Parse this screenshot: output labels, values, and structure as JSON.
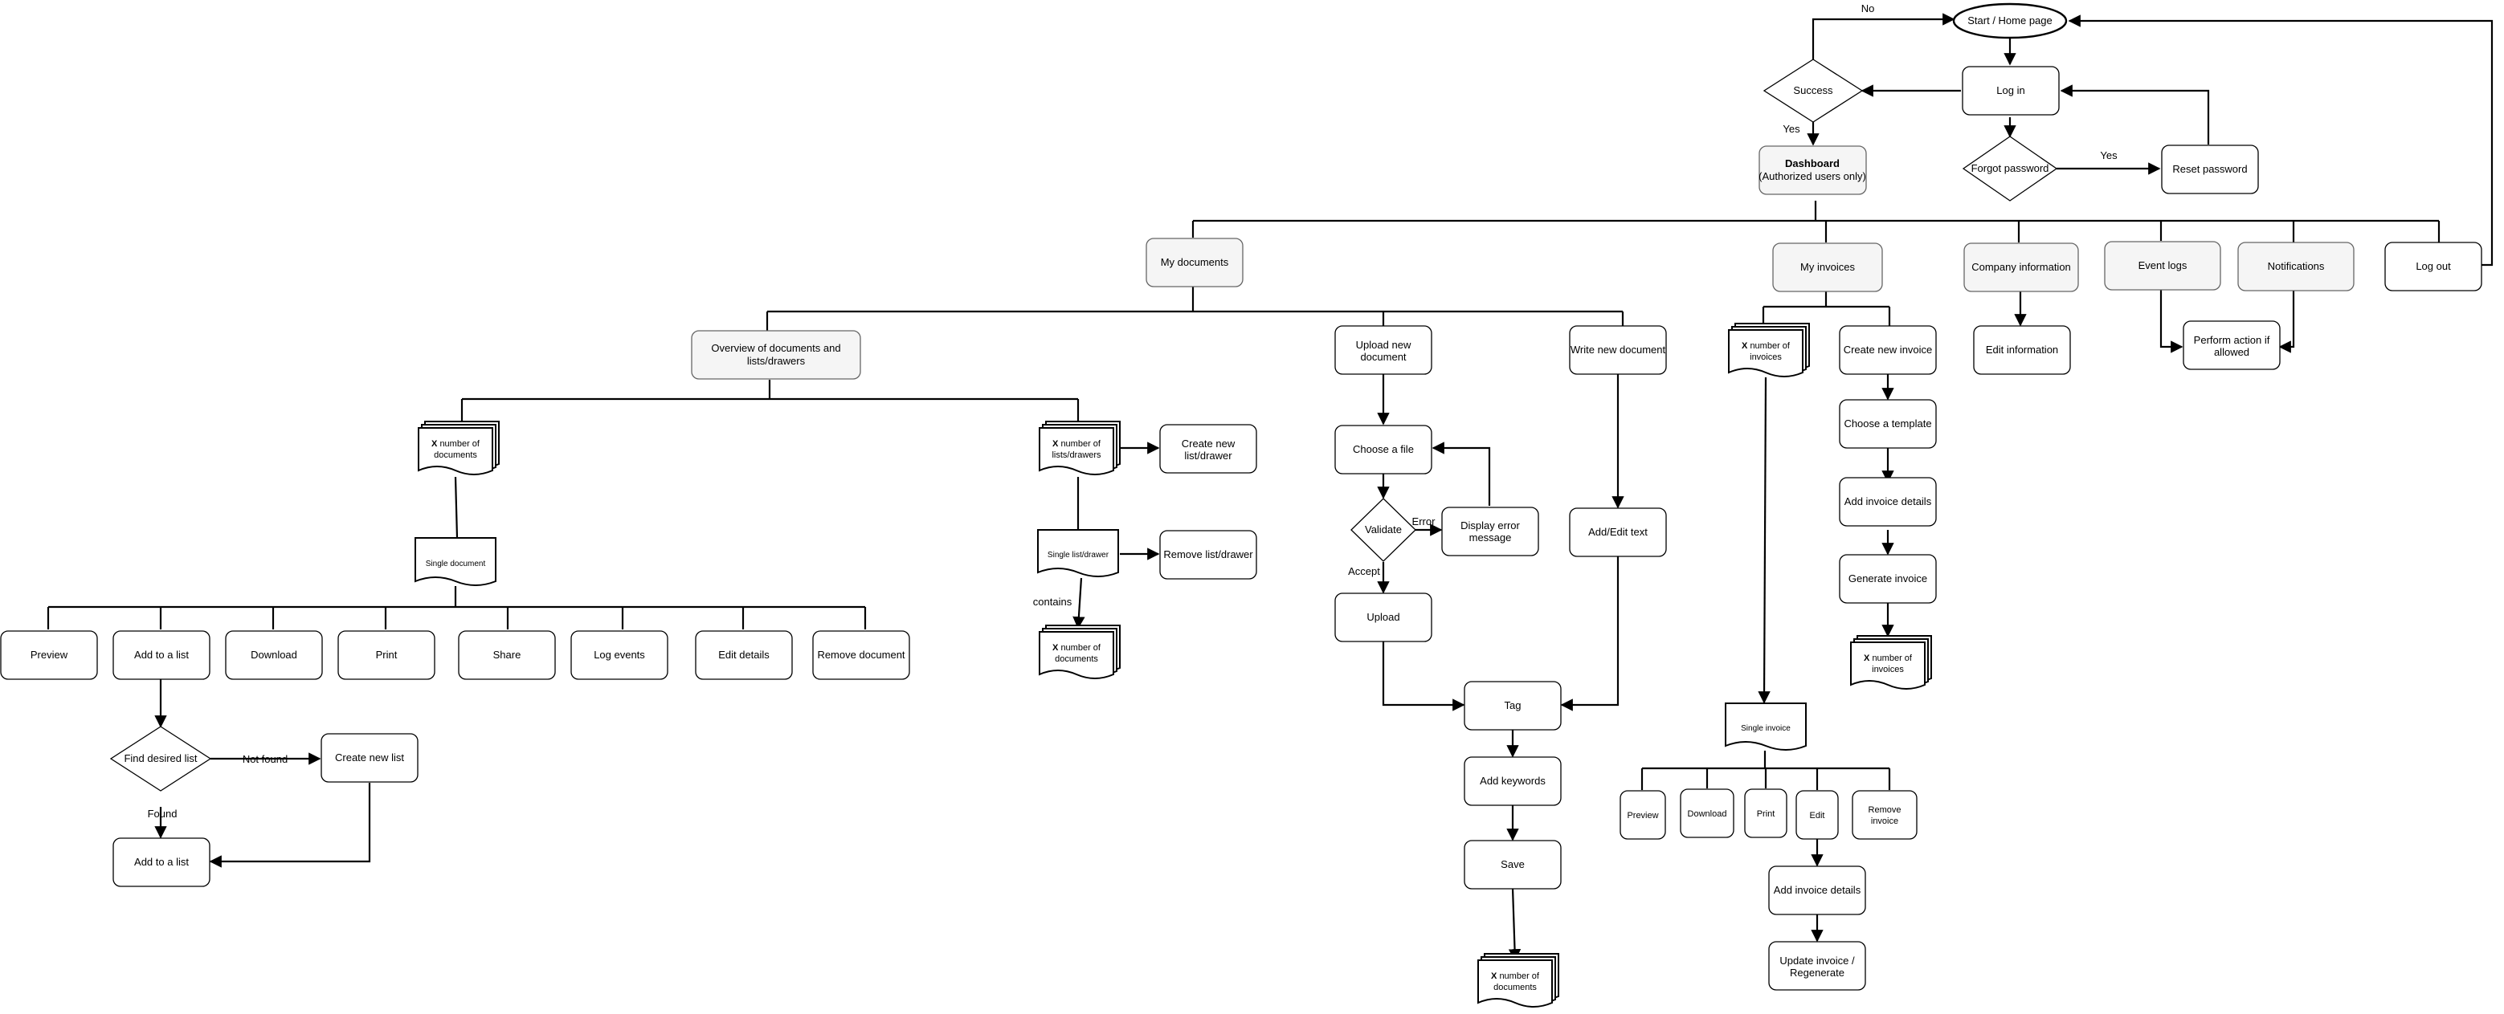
{
  "diagram": {
    "start": "Start / Home page",
    "login": "Log in",
    "success": "Success",
    "edge_no": "No",
    "edge_yes": "Yes",
    "forgot_password": "Forgot password",
    "reset_password": "Reset password",
    "dashboard_title": "Dashboard",
    "dashboard_sub": "(Authorized users only)",
    "my_documents": "My documents",
    "my_invoices": "My invoices",
    "company_information": "Company information",
    "event_logs": "Event logs",
    "notifications": "Notifications",
    "log_out": "Log out",
    "edit_information": "Edit information",
    "perform_action": [
      "Perform action if",
      "allowed"
    ],
    "overview": [
      "Overview of documents and",
      "lists/drawers"
    ],
    "upload_new_document": [
      "Upload new",
      "document"
    ],
    "write_new_document": "Write new document",
    "x": "X",
    "number_of": "number of",
    "documents": "documents",
    "lists_drawers": "lists/drawers",
    "invoices": "invoices",
    "create_new_list_drawer": [
      "Create new",
      "list/drawer"
    ],
    "single_list_drawer": "Single list/drawer",
    "remove_list_drawer": "Remove list/drawer",
    "contains": "contains",
    "single_document": "Single document",
    "doc_actions": [
      "Preview",
      "Add to a list",
      "Download",
      "Print",
      "Share",
      "Log events",
      "Edit details",
      "Remove document"
    ],
    "find_desired_list": "Find desired list",
    "not_found": "Not found",
    "found": "Found",
    "create_new_list": "Create new list",
    "add_to_a_list": "Add to a list",
    "choose_a_file": "Choose a file",
    "validate": "Validate",
    "error": "Error",
    "accept": "Accept",
    "display_error_message": [
      "Display error",
      "message"
    ],
    "upload": "Upload",
    "tag": "Tag",
    "add_keywords": "Add keywords",
    "save": "Save",
    "add_edit_text": "Add/Edit text",
    "create_new_invoice": "Create new invoice",
    "choose_a_template": "Choose a template",
    "add_invoice_details": "Add invoice details",
    "generate_invoice": "Generate invoice",
    "single_invoice": "Single invoice",
    "invoice_actions": [
      "Preview",
      "Download",
      "Print",
      "Edit"
    ],
    "remove_invoice": [
      "Remove",
      "invoice"
    ],
    "update_invoice": [
      "Update invoice /",
      "Regenerate"
    ]
  }
}
